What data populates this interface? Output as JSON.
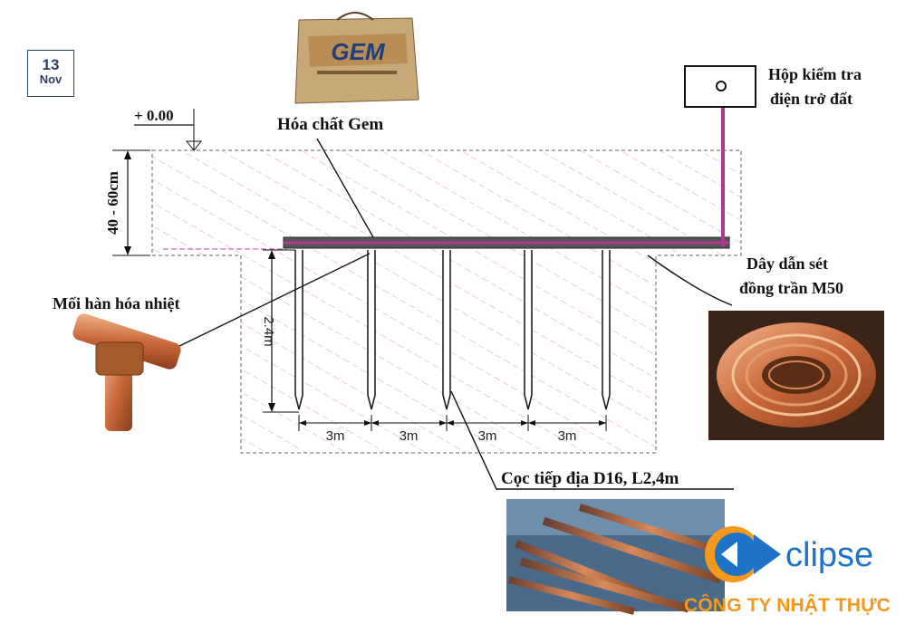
{
  "date": {
    "day": "13",
    "month": "Nov"
  },
  "labels": {
    "elevation": "+ 0.00",
    "depth": "40 - 60cm",
    "gem": "Hóa chất Gem",
    "gem_bag": "GEM",
    "box_line1": "Hộp kiểm tra",
    "box_line2": "điện trở đất",
    "wire_line1": "Dây dẫn sét",
    "wire_line2": "đồng trần M50",
    "weld": "Mối hàn hóa nhiệt",
    "rod_length": "2.4m",
    "rod": "Cọc tiếp địa D16, L2,4m"
  },
  "spacings": [
    "3m",
    "3m",
    "3m",
    "3m"
  ],
  "brand": {
    "name": "clipse",
    "company": "CÔNG TY NHẬT THỰC"
  },
  "colors": {
    "wire": "#b0398f",
    "hatch": "#e39ad0",
    "brand_blue": "#1e73c8",
    "brand_orange": "#f39a1e"
  }
}
